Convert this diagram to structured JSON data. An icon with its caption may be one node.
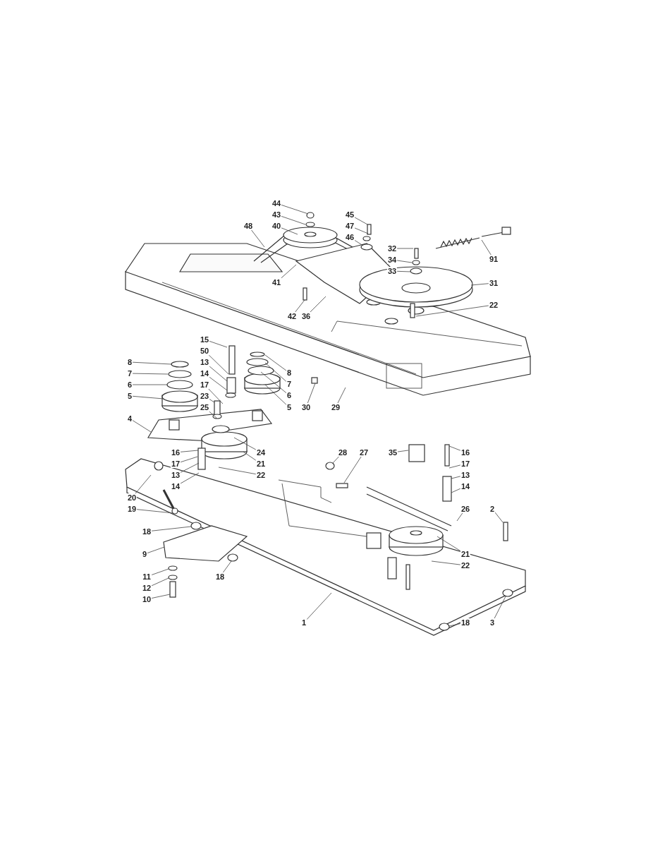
{
  "diagram": {
    "nodes": [
      {
        "text": [
          "44"
        ]
      },
      {
        "text": [
          "43"
        ]
      },
      {
        "text": [
          "40"
        ]
      },
      {
        "text": [
          "48"
        ]
      },
      {
        "text": [
          "45"
        ]
      },
      {
        "text": [
          "47"
        ]
      },
      {
        "text": [
          "46"
        ]
      },
      {
        "text": [
          "32"
        ]
      },
      {
        "text": [
          "34"
        ]
      },
      {
        "text": [
          "33"
        ]
      },
      {
        "text": [
          "91"
        ]
      },
      {
        "text": [
          "31"
        ]
      },
      {
        "text": [
          "22"
        ]
      },
      {
        "text": [
          "41"
        ]
      },
      {
        "text": [
          "42"
        ]
      },
      {
        "text": [
          "36"
        ]
      },
      {
        "text": [
          "15"
        ]
      },
      {
        "text": [
          "50"
        ]
      },
      {
        "text": [
          "13"
        ]
      },
      {
        "text": [
          "14"
        ]
      },
      {
        "text": [
          "17"
        ]
      },
      {
        "text": [
          "23"
        ]
      },
      {
        "text": [
          "25"
        ]
      },
      {
        "text": [
          "8"
        ]
      },
      {
        "text": [
          "7"
        ]
      },
      {
        "text": [
          "6"
        ]
      },
      {
        "text": [
          "5"
        ]
      },
      {
        "text": [
          "8"
        ]
      },
      {
        "text": [
          "7"
        ]
      },
      {
        "text": [
          "6"
        ]
      },
      {
        "text": [
          "5"
        ]
      },
      {
        "text": [
          "30"
        ]
      },
      {
        "text": [
          "29"
        ]
      },
      {
        "text": [
          "4"
        ]
      },
      {
        "text": [
          "16"
        ]
      },
      {
        "text": [
          "17"
        ]
      },
      {
        "text": [
          "13"
        ]
      },
      {
        "text": [
          "14"
        ]
      },
      {
        "text": [
          "24"
        ]
      },
      {
        "text": [
          "21"
        ]
      },
      {
        "text": [
          "22"
        ]
      },
      {
        "text": [
          "20"
        ]
      },
      {
        "text": [
          "19"
        ]
      },
      {
        "text": [
          "28"
        ]
      },
      {
        "text": [
          "27"
        ]
      },
      {
        "text": [
          "35"
        ]
      },
      {
        "text": [
          "16"
        ]
      },
      {
        "text": [
          "17"
        ]
      },
      {
        "text": [
          "13"
        ]
      },
      {
        "text": [
          "14"
        ]
      },
      {
        "text": [
          "26"
        ]
      },
      {
        "text": [
          "2"
        ]
      },
      {
        "text": [
          "21"
        ]
      },
      {
        "text": [
          "22"
        ]
      },
      {
        "text": [
          "18"
        ]
      },
      {
        "text": [
          "9"
        ]
      },
      {
        "text": [
          "18"
        ]
      },
      {
        "text": [
          "11"
        ]
      },
      {
        "text": [
          "12"
        ]
      },
      {
        "text": [
          "10"
        ]
      },
      {
        "text": [
          "1"
        ]
      },
      {
        "text": [
          "18"
        ]
      },
      {
        "text": [
          "3"
        ]
      }
    ],
    "edges": [
      {
        "from": 0,
        "to": null,
        "arrow": "none"
      },
      {
        "from": 1,
        "to": null,
        "arrow": "none"
      },
      {
        "from": 2,
        "to": null,
        "arrow": "none"
      },
      {
        "from": 3,
        "to": null,
        "arrow": "none"
      },
      {
        "from": 4,
        "to": null,
        "arrow": "none"
      },
      {
        "from": 5,
        "to": null,
        "arrow": "none"
      },
      {
        "from": 6,
        "to": null,
        "arrow": "none"
      },
      {
        "from": 7,
        "to": null,
        "arrow": "none"
      },
      {
        "from": 8,
        "to": null,
        "arrow": "none"
      },
      {
        "from": 9,
        "to": null,
        "arrow": "none"
      },
      {
        "from": 10,
        "to": null,
        "arrow": "none"
      },
      {
        "from": 11,
        "to": null,
        "arrow": "none"
      },
      {
        "from": 12,
        "to": null,
        "arrow": "none"
      },
      {
        "from": 13,
        "to": null,
        "arrow": "none"
      },
      {
        "from": 14,
        "to": null,
        "arrow": "none"
      },
      {
        "from": 15,
        "to": null,
        "arrow": "none"
      },
      {
        "from": 16,
        "to": null,
        "arrow": "none"
      },
      {
        "from": 17,
        "to": null,
        "arrow": "none"
      },
      {
        "from": 18,
        "to": null,
        "arrow": "none"
      },
      {
        "from": 19,
        "to": null,
        "arrow": "none"
      },
      {
        "from": 20,
        "to": null,
        "arrow": "none"
      },
      {
        "from": 21,
        "to": null,
        "arrow": "none"
      },
      {
        "from": 22,
        "to": null,
        "arrow": "none"
      },
      {
        "from": 23,
        "to": null,
        "arrow": "none"
      },
      {
        "from": 24,
        "to": null,
        "arrow": "none"
      },
      {
        "from": 25,
        "to": null,
        "arrow": "none"
      },
      {
        "from": 26,
        "to": null,
        "arrow": "none"
      },
      {
        "from": 27,
        "to": null,
        "arrow": "none"
      },
      {
        "from": 28,
        "to": null,
        "arrow": "none"
      },
      {
        "from": 29,
        "to": null,
        "arrow": "none"
      },
      {
        "from": 30,
        "to": null,
        "arrow": "none"
      },
      {
        "from": 31,
        "to": null,
        "arrow": "none"
      },
      {
        "from": 32,
        "to": null,
        "arrow": "none"
      },
      {
        "from": 33,
        "to": null,
        "arrow": "none"
      },
      {
        "from": 34,
        "to": null,
        "arrow": "none"
      },
      {
        "from": 35,
        "to": null,
        "arrow": "none"
      },
      {
        "from": 36,
        "to": null,
        "arrow": "none"
      },
      {
        "from": 37,
        "to": null,
        "arrow": "none"
      },
      {
        "from": 38,
        "to": null,
        "arrow": "none"
      },
      {
        "from": 39,
        "to": null,
        "arrow": "none"
      },
      {
        "from": 40,
        "to": null,
        "arrow": "none"
      },
      {
        "from": 41,
        "to": null,
        "arrow": "none"
      },
      {
        "from": 42,
        "to": null,
        "arrow": "none"
      },
      {
        "from": 43,
        "to": null,
        "arrow": "none"
      },
      {
        "from": 44,
        "to": null,
        "arrow": "none"
      },
      {
        "from": 45,
        "to": null,
        "arrow": "none"
      },
      {
        "from": 46,
        "to": null,
        "arrow": "none"
      },
      {
        "from": 47,
        "to": null,
        "arrow": "none"
      },
      {
        "from": 48,
        "to": null,
        "arrow": "none"
      },
      {
        "from": 49,
        "to": null,
        "arrow": "none"
      },
      {
        "from": 50,
        "to": null,
        "arrow": "none"
      },
      {
        "from": 51,
        "to": null,
        "arrow": "none"
      },
      {
        "from": 52,
        "to": null,
        "arrow": "none"
      },
      {
        "from": 53,
        "to": null,
        "arrow": "none"
      },
      {
        "from": 54,
        "to": null,
        "arrow": "none"
      },
      {
        "from": 55,
        "to": null,
        "arrow": "none"
      },
      {
        "from": 56,
        "to": null,
        "arrow": "none"
      },
      {
        "from": 57,
        "to": null,
        "arrow": "none"
      },
      {
        "from": 58,
        "to": null,
        "arrow": "none"
      },
      {
        "from": 59,
        "to": null,
        "arrow": "none"
      },
      {
        "from": 60,
        "to": null,
        "arrow": "none"
      },
      {
        "from": 61,
        "to": null,
        "arrow": "none"
      },
      {
        "from": 62,
        "to": null,
        "arrow": "none"
      }
    ]
  }
}
